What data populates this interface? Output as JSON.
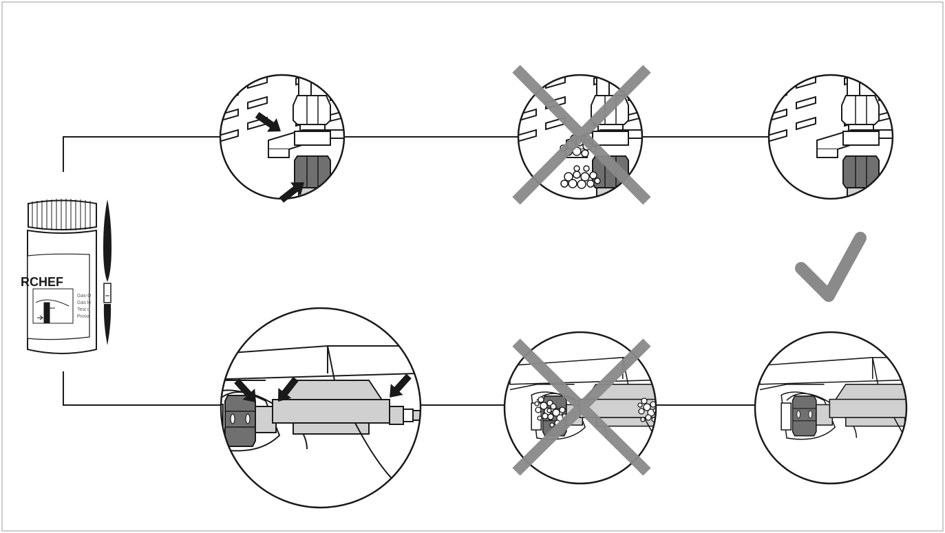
{
  "bottle": {
    "brand_text": "RCHEF",
    "label_lines": [
      "Gas-D",
      "Gas le",
      "Test d",
      "Prova"
    ]
  },
  "colors": {
    "line": "#1a1a1a",
    "metal": "#d0d0d0",
    "nut_dark": "#707070",
    "forbidden_cross": "#8a8a8a",
    "approved_check": "#8a8a8a",
    "border": "#9a9a9a"
  },
  "steps": [
    {
      "row": "top",
      "position": 1,
      "state": "apply",
      "icon": "arrow-icon"
    },
    {
      "row": "top",
      "position": 2,
      "state": "leak",
      "icon": "cross-icon"
    },
    {
      "row": "top",
      "position": 3,
      "state": "sealed",
      "icon": "check-icon"
    },
    {
      "row": "bottom",
      "position": 1,
      "state": "apply",
      "icon": "arrow-icon"
    },
    {
      "row": "bottom",
      "position": 2,
      "state": "leak",
      "icon": "cross-icon"
    },
    {
      "row": "bottom",
      "position": 3,
      "state": "sealed",
      "icon": "check-icon"
    }
  ]
}
